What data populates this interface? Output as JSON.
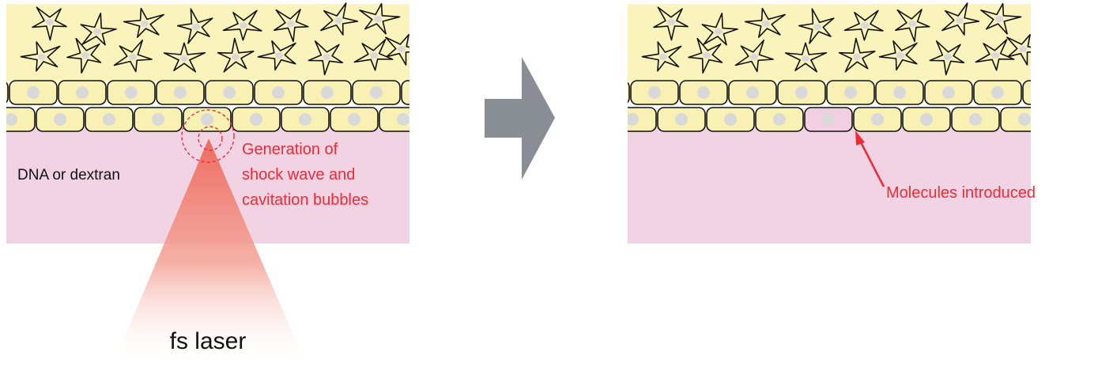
{
  "panels": {
    "before": {
      "medium_label": "DNA or dextran",
      "annotation_lines": [
        "Generation of",
        "shock wave and",
        "cavitation bubbles"
      ],
      "laser_label": "fs laser"
    },
    "after": {
      "annotation": "Molecules introduced"
    }
  },
  "colors": {
    "medium": "#f2d3e3",
    "cell_layer": "#fbf3bc",
    "cell_fill": "#f9f1b3",
    "nucleus": "#d9d9d9",
    "annotation": "#ee2a35",
    "laser_top": "#ee6b5f",
    "arrow": "#888e94",
    "outline": "#111111",
    "transfected_cell": "#f1cfe0"
  },
  "icons": {
    "process_arrow": "right-arrow-icon"
  }
}
